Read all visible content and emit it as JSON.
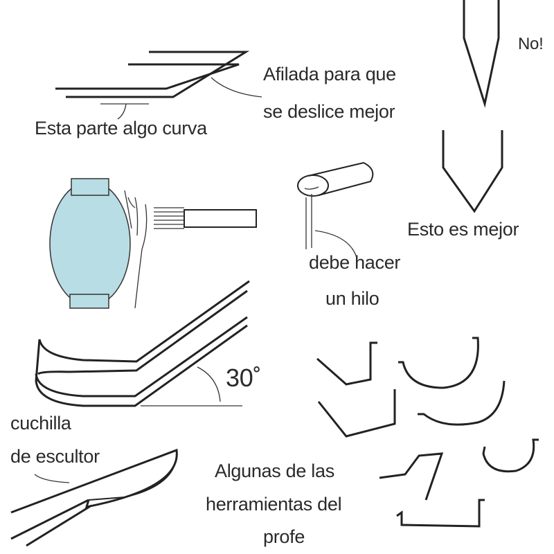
{
  "labels": {
    "sharpened": "Afilada para que",
    "sharpened2": "se deslice mejor",
    "curved_part": "Esta parte algo curva",
    "no": "No!",
    "better": "Esto es mejor",
    "thread1": "debe hacer",
    "thread2": "un hilo",
    "angle": "30˚",
    "knife1": "cuchilla",
    "knife2": "de escultor",
    "tools1": "Algunas de las",
    "tools2": "herramientas del",
    "tools3": "profe"
  },
  "colors": {
    "balloon_fill": "#b9dde4",
    "ink": "#222222"
  }
}
